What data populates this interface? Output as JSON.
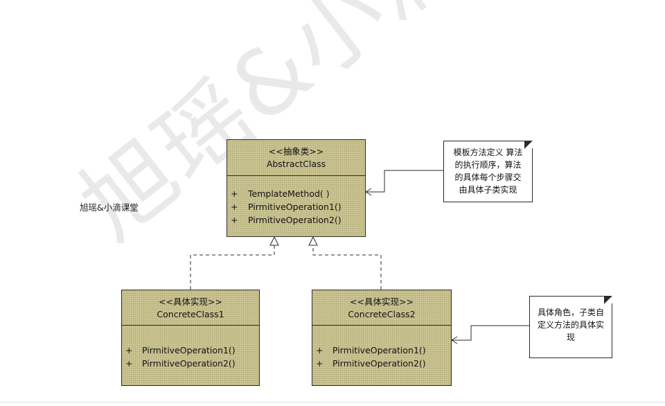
{
  "watermark": "旭瑶&小滴课堂",
  "side_label": "旭瑶&小滴课堂",
  "abstract_class": {
    "stereotype": "<<抽象类>>",
    "name": "AbstractClass",
    "operations": [
      {
        "vis": "+",
        "name": "TemplateMethod( )"
      },
      {
        "vis": "+",
        "name": "PirmitiveOperation1()"
      },
      {
        "vis": "+",
        "name": "PirmitiveOperation2()"
      }
    ]
  },
  "concrete_class_1": {
    "stereotype": "<<具体实现>>",
    "name": "ConcreteClass1",
    "operations": [
      {
        "vis": "+",
        "name": "PirmitiveOperation1()"
      },
      {
        "vis": "+",
        "name": "PirmitiveOperation2()"
      }
    ]
  },
  "concrete_class_2": {
    "stereotype": "<<具体实现>>",
    "name": "ConcreteClass2",
    "operations": [
      {
        "vis": "+",
        "name": "PirmitiveOperation1()"
      },
      {
        "vis": "+",
        "name": "PirmitiveOperation2()"
      }
    ]
  },
  "note_template": {
    "lines": [
      "模板方法定义 算法",
      "的执行顺序，算法",
      "的具体每个步骤交",
      "由具体子类实现"
    ]
  },
  "note_concrete": {
    "lines": [
      "具体角色，子类自",
      "定义方法的具体实",
      "现"
    ]
  },
  "colors": {
    "class_fill": "#c9c391",
    "line": "#2a2a2a",
    "note_fill": "#ffffff"
  }
}
